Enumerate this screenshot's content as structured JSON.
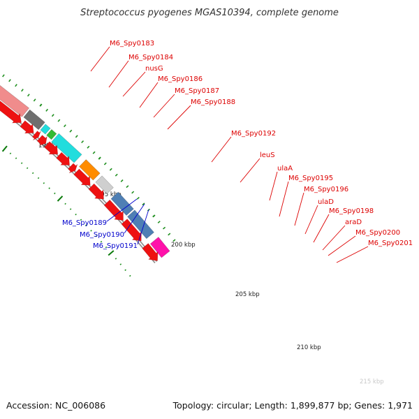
{
  "title": "Streptococcus pyogenes MGAS10394, complete genome",
  "footer": {
    "accession": "Accession: NC_006086",
    "topology": "Topology: circular; Length: 1,899,877 bp; Genes: 1,971"
  },
  "colors": {
    "backbone": "#8f8f8f",
    "cds_red": "#ee1111",
    "forward_label": "#dd0000",
    "reverse_label": "#0000cc",
    "reverse_gene": "#1a1aee",
    "tick_major": "#0b7a0b",
    "tick_minor": "#1f8f1f",
    "cyan": "#22dddd",
    "light_grey": "#cfcfcf",
    "orange": "#ff8c00",
    "steel_blue": "#4f7fb4",
    "pink": "#f08c8c",
    "dark_grey": "#6f6f6f",
    "green": "#33bb33",
    "magenta": "#ff11aa",
    "navy": "#4444aa"
  },
  "scale_labels": [
    "190 kbp",
    "195 kbp",
    "200 kbp",
    "205 kbp",
    "210 kbp",
    "215 kbp"
  ],
  "forward_genes": [
    "M6_Spy0183",
    "M6_Spy0184",
    "nusG",
    "M6_Spy0186",
    "M6_Spy0187",
    "M6_Spy0188",
    "M6_Spy0192",
    "leuS",
    "ulaA",
    "M6_Spy0195",
    "M6_Spy0196",
    "ulaD",
    "M6_Spy0198",
    "araD",
    "M6_Spy0200",
    "M6_Spy0201"
  ],
  "reverse_genes": [
    "M6_Spy0189",
    "M6_Spy0190",
    "M6_Spy0191"
  ]
}
